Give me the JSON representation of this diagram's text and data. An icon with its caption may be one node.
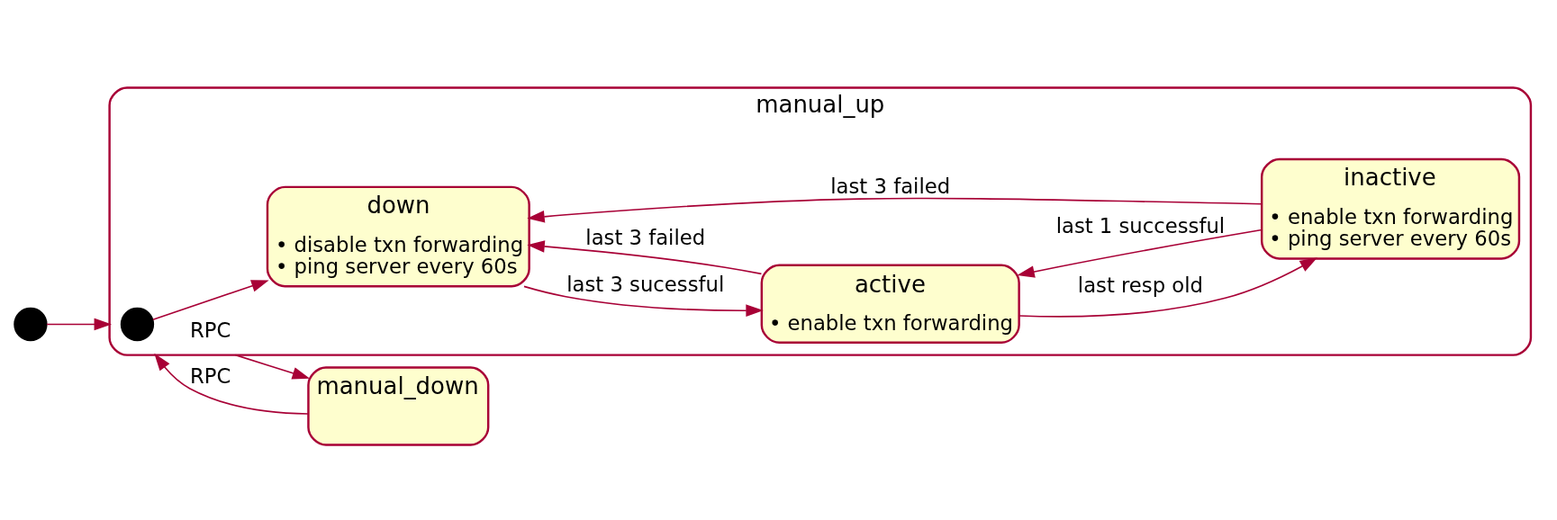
{
  "diagram": {
    "nodes": [
      {
        "text": [],
        "shape": "circle"
      },
      {
        "text": [
          "manual_up"
        ]
      },
      {
        "text": [],
        "shape": "circle",
        "in": 1
      },
      {
        "text": [
          "down",
          "• disable txn forwarding",
          "• ping server every 60s"
        ],
        "in": 1
      },
      {
        "text": [
          "active",
          "• enable txn forwarding"
        ],
        "in": 1
      },
      {
        "text": [
          "inactive",
          "• enable txn forwarding",
          "• ping server every 60s"
        ],
        "in": 1
      },
      {
        "text": [
          "manual_down"
        ]
      }
    ],
    "edges": [
      {
        "from": 0,
        "to": 1,
        "arrow": "to"
      },
      {
        "from": 2,
        "to": 3,
        "arrow": "to"
      },
      {
        "from": 3,
        "to": 4,
        "arrow": "to",
        "label": "last 3 sucessful"
      },
      {
        "from": 4,
        "to": 3,
        "arrow": "to",
        "label": "last 3 failed"
      },
      {
        "from": 5,
        "to": 3,
        "arrow": "to",
        "label": "last 3 failed"
      },
      {
        "from": 5,
        "to": 4,
        "arrow": "to",
        "label": "last 1 successful"
      },
      {
        "from": 4,
        "to": 5,
        "arrow": "to",
        "label": "last resp old"
      },
      {
        "from": 1,
        "to": 6,
        "arrow": "to",
        "label": "RPC"
      },
      {
        "from": 6,
        "to": 1,
        "arrow": "to",
        "label": "RPC"
      }
    ]
  }
}
